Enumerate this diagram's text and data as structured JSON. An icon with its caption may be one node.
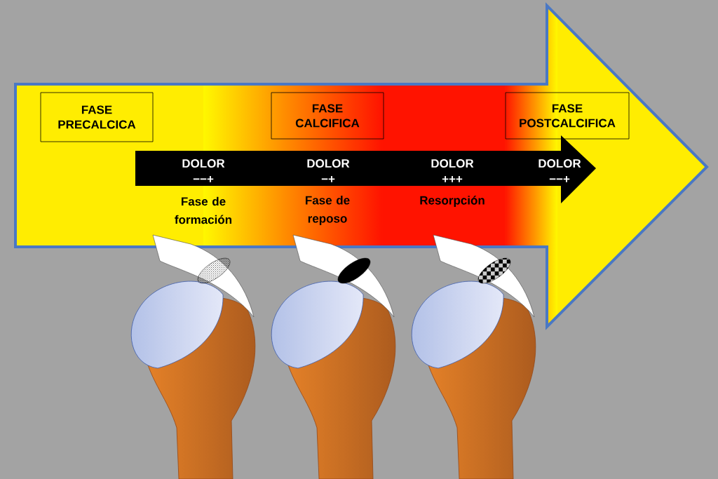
{
  "diagram": {
    "nodes": [
      {
        "text": [
          "FASE PRECALCICA"
        ]
      },
      {
        "text": [
          "FASE CALCIFICA"
        ]
      },
      {
        "text": [
          "FASE POSTCALCIFICA"
        ]
      }
    ],
    "labels": [
      "DOLOR",
      "DOLOR",
      "DOLOR",
      "DOLOR",
      "−−+",
      "−+",
      "+++",
      "−−+",
      "Fase de formación",
      "Fase de reposo",
      "Resorpción"
    ]
  }
}
